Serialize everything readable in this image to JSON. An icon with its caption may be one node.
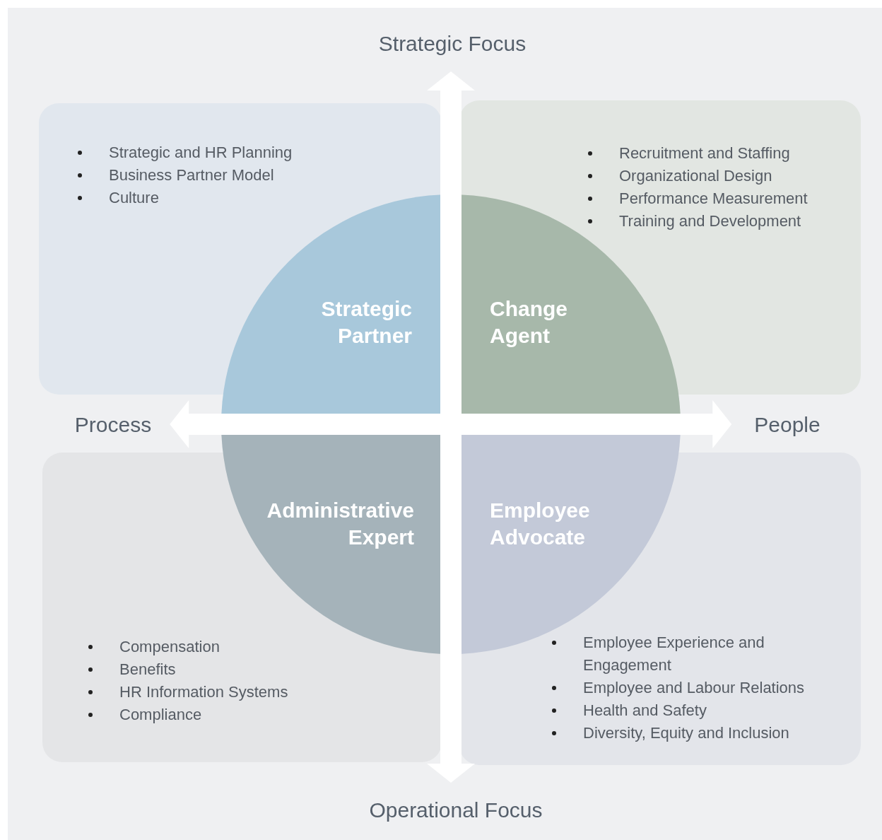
{
  "diagram": {
    "nodes": [
      {
        "text": [
          "Strategic and HR Planning",
          "Business Partner Model",
          "Culture"
        ]
      },
      {
        "text": [
          "Recruitment and Staffing",
          "Organizational Design",
          "Performance Measurement",
          "Training and Development"
        ]
      },
      {
        "text": [
          "Compensation",
          "Benefits",
          "HR Information Systems",
          "Compliance"
        ]
      },
      {
        "text": [
          "Employee Experience and Engagement",
          "Employee and Labour Relations",
          "Health and Safety",
          "Diversity, Equity and Inclusion"
        ]
      },
      {
        "text": [
          "Strategic Partner"
        ]
      },
      {
        "text": [
          "Change Agent"
        ]
      },
      {
        "text": [
          "Administrative Expert"
        ]
      },
      {
        "text": [
          "Employee Advocate"
        ]
      },
      {
        "text": [
          "Strategic Focus"
        ]
      },
      {
        "text": [
          "Operational Focus"
        ]
      },
      {
        "text": [
          "Process"
        ]
      },
      {
        "text": [
          "People"
        ]
      }
    ],
    "edges": [
      {
        "from": 8,
        "to": 9,
        "arrow": "both"
      },
      {
        "from": 10,
        "to": 11,
        "arrow": "both"
      }
    ]
  }
}
